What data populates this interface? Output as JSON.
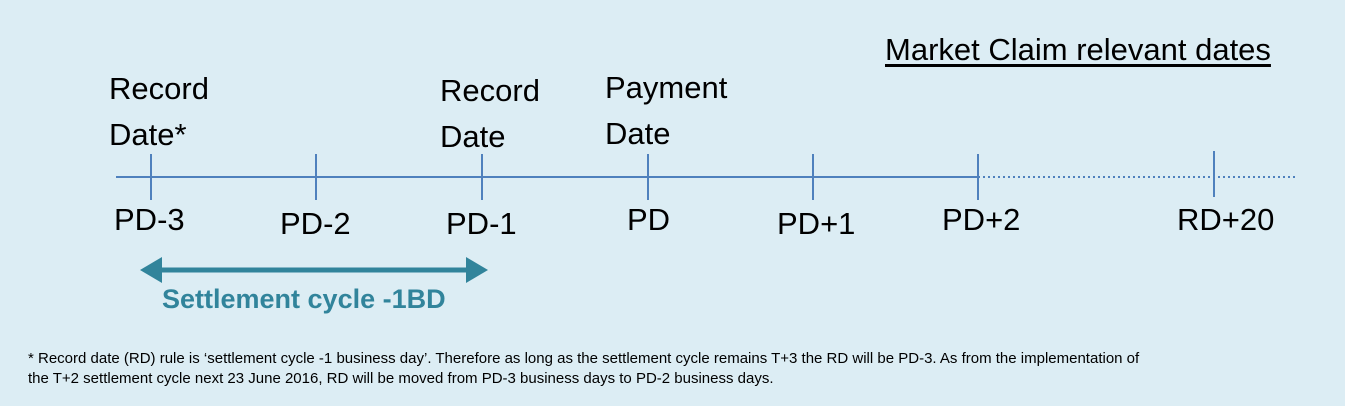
{
  "title": "Market Claim relevant dates",
  "top_labels": {
    "record_date_star_line1": "Record",
    "record_date_star_line2": "Date*",
    "record_date_line1": "Record",
    "record_date_line2": "Date",
    "payment_date_line1": "Payment",
    "payment_date_line2": "Date"
  },
  "ticks": [
    "PD-3",
    "PD-2",
    "PD-1",
    "PD",
    "PD+1",
    "PD+2",
    "RD+20"
  ],
  "settlement_cycle": "Settlement cycle -1BD",
  "footnote": {
    "line1": "* Record date (RD) rule is ‘settlement cycle -1 business day’. Therefore as long as the settlement cycle remains T+3 the RD will be PD-3. As from the implementation of",
    "line2": "the T+2 settlement cycle next 23 June 2016, RD will be moved from PD-3 business days to PD-2 business days."
  },
  "colors": {
    "background": "#dcedf4",
    "timeline": "#4f81bd",
    "arrow": "#31849b"
  }
}
